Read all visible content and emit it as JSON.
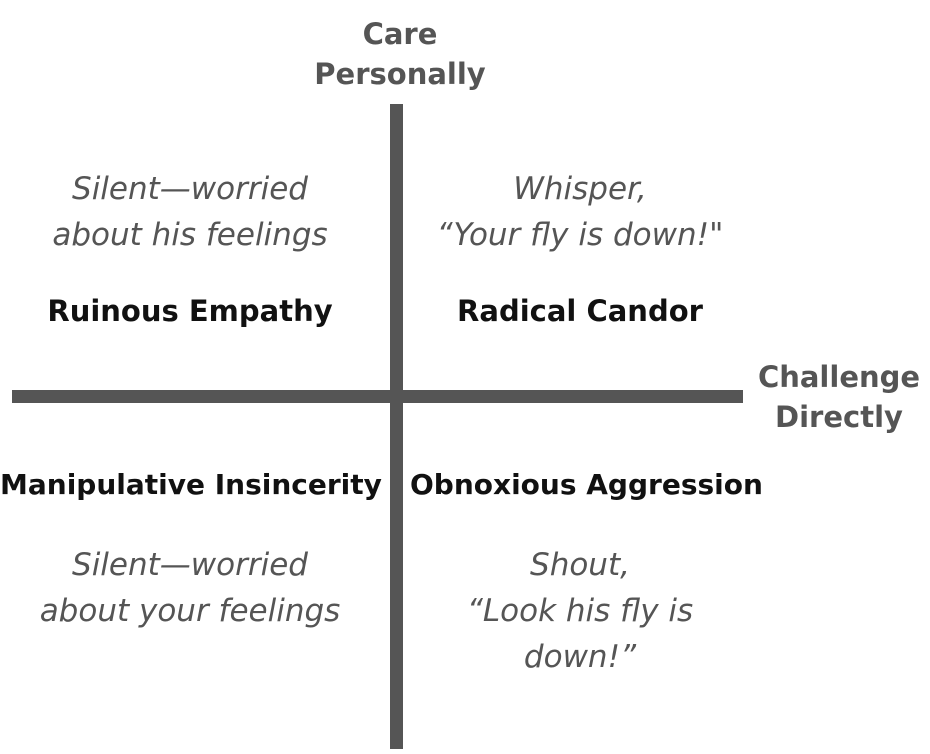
{
  "axes": {
    "vertical_label_lines": [
      "Care",
      "Personally"
    ],
    "horizontal_label_lines": [
      "Challenge",
      "Directly"
    ]
  },
  "quadrants": {
    "top_left": {
      "title": "Ruinous Empathy",
      "quote_lines": [
        "Silent—worried",
        "about his feelings"
      ]
    },
    "top_right": {
      "title": "Radical Candor",
      "quote_lines": [
        "Whisper,",
        "“Your fly is down!\""
      ]
    },
    "bottom_left": {
      "title": "Manipulative Insincerity",
      "quote_lines": [
        "Silent—worried",
        "about your feelings"
      ]
    },
    "bottom_right": {
      "title": "Obnoxious Aggression",
      "quote_lines": [
        "Shout,",
        "“Look his fly is",
        "down!”"
      ]
    }
  },
  "colors": {
    "axis": "#555555",
    "quote_text": "#555555",
    "title_text": "#111111",
    "background": "#ffffff"
  }
}
